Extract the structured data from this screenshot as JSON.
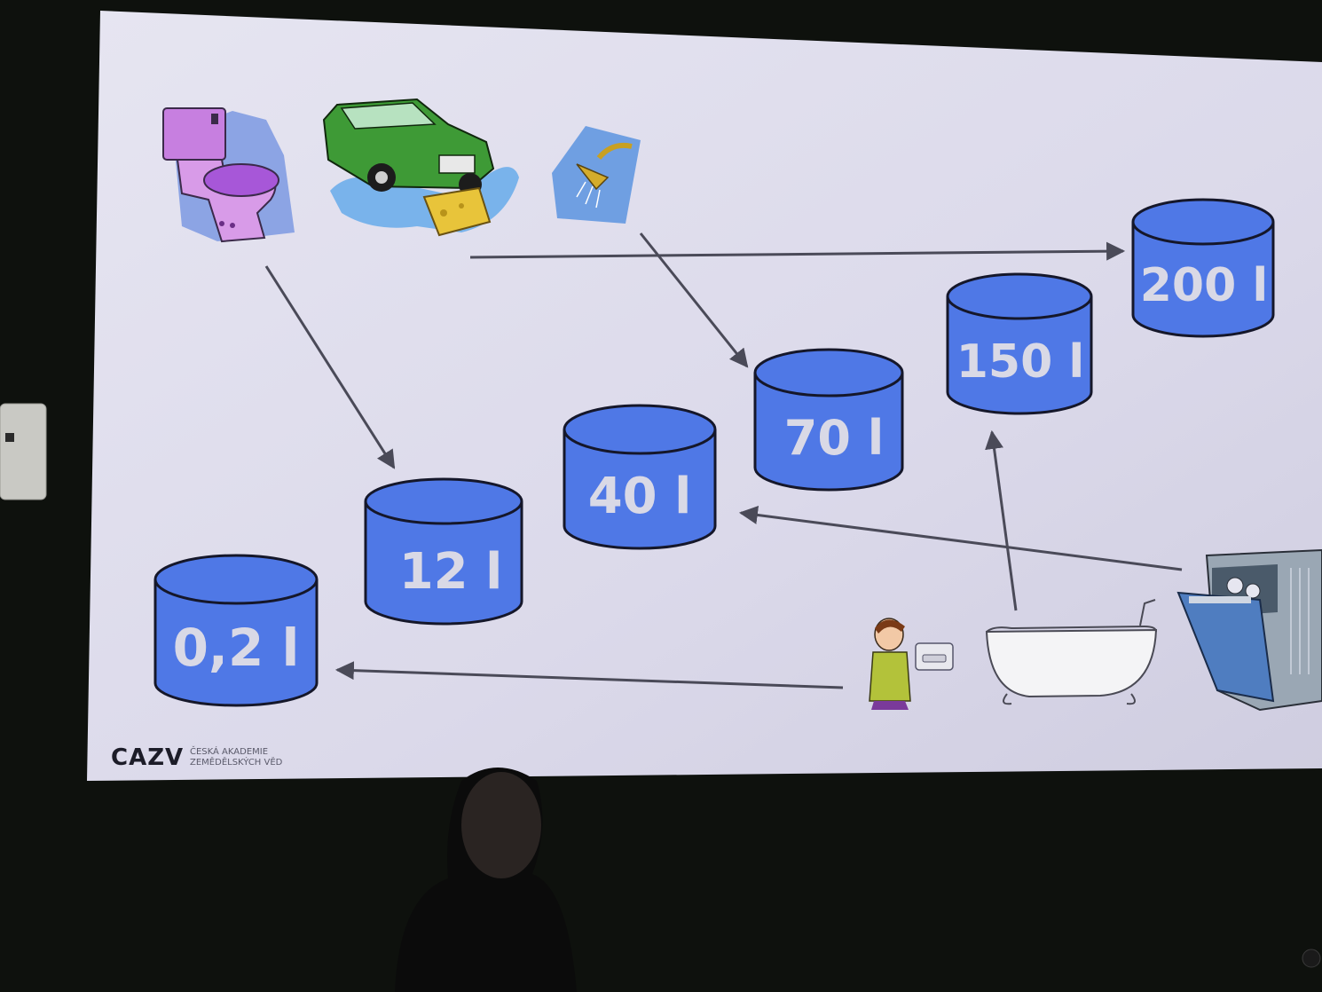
{
  "barrels": [
    {
      "id": "toothbrushing",
      "label": "0,2 l"
    },
    {
      "id": "toilet",
      "label": "12 l"
    },
    {
      "id": "dishwasher",
      "label": "40 l"
    },
    {
      "id": "shower",
      "label": "70 l"
    },
    {
      "id": "bath",
      "label": "150 l"
    },
    {
      "id": "carwash",
      "label": "200 l"
    }
  ],
  "icons": [
    "toilet-icon",
    "car-wash-icon",
    "shower-icon",
    "toothbrushing-icon",
    "bathtub-icon",
    "dishwasher-icon"
  ],
  "logo": {
    "mark": "CAZV",
    "line1": "ČESKÁ AKADEMIE",
    "line2": "ZEMĚDĚLSKÝCH VĚD"
  },
  "colors": {
    "barrel_fill": "#4f78e6",
    "barrel_stroke": "#15172a",
    "barrel_text": "#d9d9e6",
    "screen": "#dcdaea",
    "arrow": "#4a4a58"
  }
}
